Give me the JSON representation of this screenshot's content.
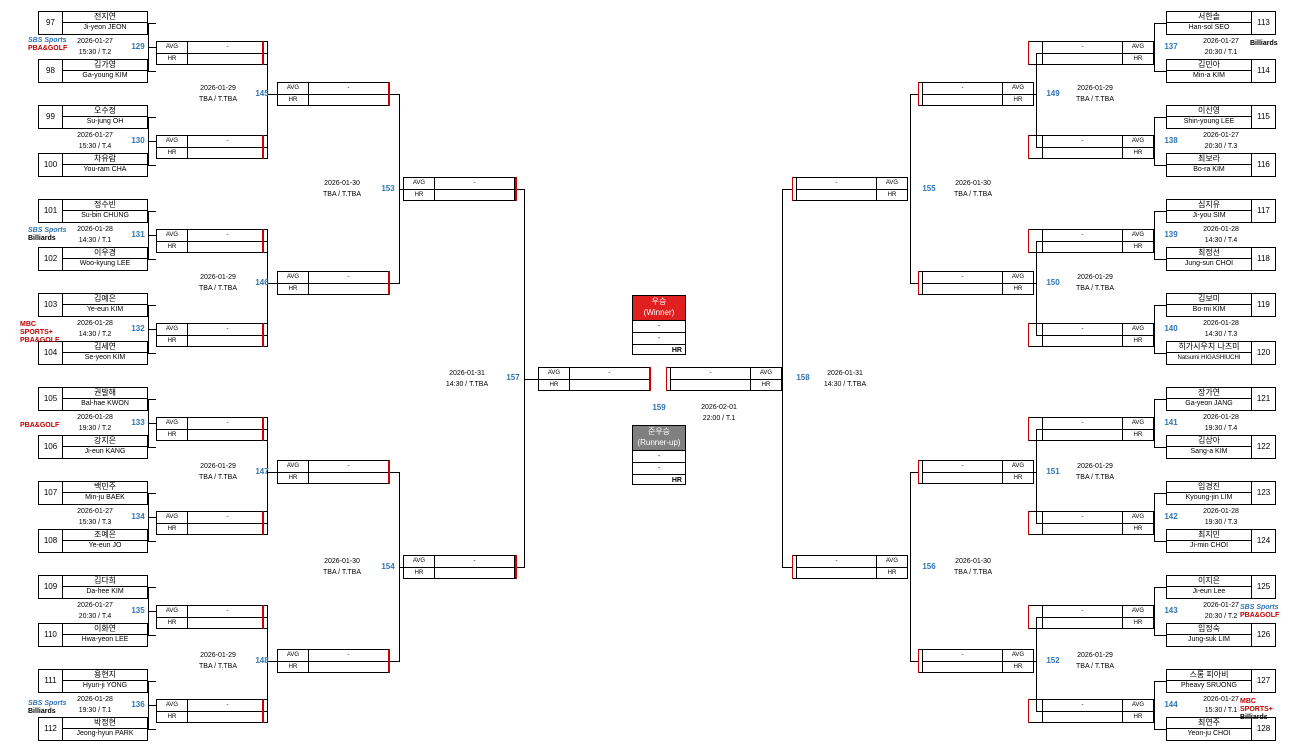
{
  "left": {
    "players": [
      {
        "seed": "97",
        "ko": "전지연",
        "en": "Ji-yeon JEON"
      },
      {
        "seed": "98",
        "ko": "김가영",
        "en": "Ga-young KIM"
      },
      {
        "seed": "99",
        "ko": "오수정",
        "en": "Su-jung OH"
      },
      {
        "seed": "100",
        "ko": "차유람",
        "en": "You-ram CHA"
      },
      {
        "seed": "101",
        "ko": "정수빈",
        "en": "Su-bin CHUNG"
      },
      {
        "seed": "102",
        "ko": "이우경",
        "en": "Woo-kyung LEE"
      },
      {
        "seed": "103",
        "ko": "김예은",
        "en": "Ye-eun KIM"
      },
      {
        "seed": "104",
        "ko": "김세연",
        "en": "Se-yeon KIM"
      },
      {
        "seed": "105",
        "ko": "권발해",
        "en": "Bal-hae KWON"
      },
      {
        "seed": "106",
        "ko": "강지은",
        "en": "Ji-eun KANG"
      },
      {
        "seed": "107",
        "ko": "백민주",
        "en": "Min-ju BAEK"
      },
      {
        "seed": "108",
        "ko": "조예은",
        "en": "Ye-eun JO"
      },
      {
        "seed": "109",
        "ko": "김다희",
        "en": "Da-hee KIM"
      },
      {
        "seed": "110",
        "ko": "이화연",
        "en": "Hwa-yeon LEE"
      },
      {
        "seed": "111",
        "ko": "용현지",
        "en": "Hyun-ji YONG"
      },
      {
        "seed": "112",
        "ko": "박정현",
        "en": "Jeong-hyun PARK"
      }
    ],
    "r1": [
      {
        "num": "129",
        "date": "2026-01-27",
        "time": "15:30 / T.2"
      },
      {
        "num": "130",
        "date": "2026-01-27",
        "time": "15:30 / T.4"
      },
      {
        "num": "131",
        "date": "2026-01-28",
        "time": "14:30 / T.1"
      },
      {
        "num": "132",
        "date": "2026-01-28",
        "time": "14:30 / T.2"
      },
      {
        "num": "133",
        "date": "2026-01-28",
        "time": "19:30 / T.2"
      },
      {
        "num": "134",
        "date": "2026-01-27",
        "time": "15:30 / T.3"
      },
      {
        "num": "135",
        "date": "2026-01-27",
        "time": "20:30 / T.4"
      },
      {
        "num": "136",
        "date": "2026-01-28",
        "time": "19:30 / T.1"
      }
    ],
    "r2": [
      {
        "num": "145",
        "date": "2026-01-29",
        "time": "TBA / T.TBA"
      },
      {
        "num": "146",
        "date": "2026-01-29",
        "time": "TBA / T.TBA"
      },
      {
        "num": "147",
        "date": "2026-01-29",
        "time": "TBA / T.TBA"
      },
      {
        "num": "148",
        "date": "2026-01-29",
        "time": "TBA / T.TBA"
      }
    ],
    "r3": [
      {
        "num": "153",
        "date": "2026-01-30",
        "time": "TBA / T.TBA"
      },
      {
        "num": "154",
        "date": "2026-01-30",
        "time": "TBA / T.TBA"
      }
    ],
    "sf": {
      "num": "157",
      "date": "2026-01-31",
      "time": "14:30 / T.TBA"
    }
  },
  "right": {
    "players": [
      {
        "seed": "113",
        "ko": "서한솔",
        "en": "Han-sol SEO"
      },
      {
        "seed": "114",
        "ko": "김민아",
        "en": "Min-a KIM"
      },
      {
        "seed": "115",
        "ko": "이신영",
        "en": "Shin-young LEE"
      },
      {
        "seed": "116",
        "ko": "최보라",
        "en": "Bo-ra KIM"
      },
      {
        "seed": "117",
        "ko": "심지유",
        "en": "Ji-you SIM"
      },
      {
        "seed": "118",
        "ko": "최정선",
        "en": "Jung-sun CHOI"
      },
      {
        "seed": "119",
        "ko": "김보미",
        "en": "Bo-mi KIM"
      },
      {
        "seed": "120",
        "ko": "히가시우치 나츠미",
        "en": "Natsumi HIGASHIUCHI"
      },
      {
        "seed": "121",
        "ko": "장가연",
        "en": "Ga-yeon JANG"
      },
      {
        "seed": "122",
        "ko": "김상아",
        "en": "Sang-a KIM"
      },
      {
        "seed": "123",
        "ko": "임경진",
        "en": "Kyoung-jin LIM"
      },
      {
        "seed": "124",
        "ko": "최지민",
        "en": "Ji-min CHOI"
      },
      {
        "seed": "125",
        "ko": "이지은",
        "en": "Ji-eun Lee"
      },
      {
        "seed": "126",
        "ko": "임정숙",
        "en": "Jung-suk LIM"
      },
      {
        "seed": "127",
        "ko": "스롱 피아비",
        "en": "Pheavy SRUONG"
      },
      {
        "seed": "128",
        "ko": "최연주",
        "en": "Yeon-ju CHOI"
      }
    ],
    "r1": [
      {
        "num": "137",
        "date": "2026-01-27",
        "time": "20:30 / T.1"
      },
      {
        "num": "138",
        "date": "2026-01-27",
        "time": "20:30 / T.3"
      },
      {
        "num": "139",
        "date": "2026-01-28",
        "time": "14:30 / T.4"
      },
      {
        "num": "140",
        "date": "2026-01-28",
        "time": "14:30 / T.3"
      },
      {
        "num": "141",
        "date": "2026-01-28",
        "time": "19:30 / T.4"
      },
      {
        "num": "142",
        "date": "2026-01-28",
        "time": "19:30 / T.3"
      },
      {
        "num": "143",
        "date": "2026-01-27",
        "time": "20:30 / T.2"
      },
      {
        "num": "144",
        "date": "2026-01-27",
        "time": "15:30 / T.1"
      }
    ],
    "r2": [
      {
        "num": "149",
        "date": "2026-01-29",
        "time": "TBA / T.TBA"
      },
      {
        "num": "150",
        "date": "2026-01-29",
        "time": "TBA / T.TBA"
      },
      {
        "num": "151",
        "date": "2026-01-29",
        "time": "TBA / T.TBA"
      },
      {
        "num": "152",
        "date": "2026-01-29",
        "time": "TBA / T.TBA"
      }
    ],
    "r3": [
      {
        "num": "155",
        "date": "2026-01-30",
        "time": "TBA / T.TBA"
      },
      {
        "num": "156",
        "date": "2026-01-30",
        "time": "TBA / T.TBA"
      }
    ],
    "sf": {
      "num": "158",
      "date": "2026-01-31",
      "time": "14:30 / T.TBA"
    }
  },
  "labels": {
    "avg": "AVG",
    "hr": "HR",
    "empty": "-"
  },
  "final": {
    "num": "159",
    "date": "2026-02-01",
    "time": "22:00 / T.1",
    "winner_title": "우승",
    "winner_sub": "(Winner)",
    "runner_title": "준우승",
    "runner_sub": "(Runner-up)",
    "row1": "-",
    "row2": "-",
    "hr": "HR"
  },
  "logos": {
    "sbs": "SBS Sports",
    "pba": "PBA&GOLF",
    "billiards": "Billiards",
    "mbc": "MBC SPORTS+"
  },
  "colors": {
    "accent": "#d00000",
    "match_num": "#2e75b6",
    "winner_bg": "#e02020",
    "runner_bg": "#808080"
  }
}
